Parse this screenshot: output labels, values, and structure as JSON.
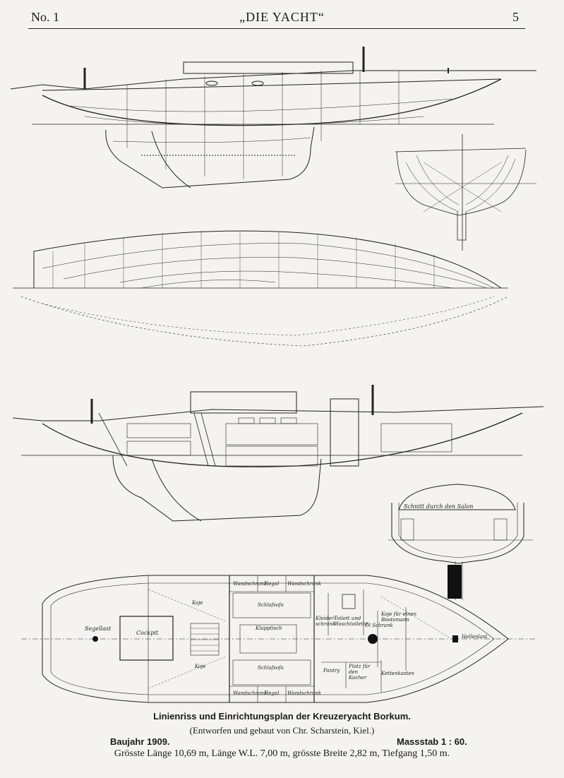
{
  "header": {
    "issue": "No. 1",
    "title": "„DIE YACHT“",
    "page": "5"
  },
  "plan_labels": {
    "section_title": "Schnitt durch den Salon",
    "segellast": "Segellast",
    "cockpit": "Cockpit",
    "koje_1": "Koje",
    "koje_2": "Koje",
    "koje_3": "Koje für einen Bootsmann",
    "wandschrank_1": "Wandschrank",
    "regal_1": "Regal",
    "wandschrank_2": "Wandschrank",
    "schlafsofa_1": "Schlafsofa",
    "klapptisch": "Klapptisch",
    "schlafsofa_2": "Schlafsofa",
    "wandschrank_3": "Wandschrank",
    "regal_2": "Regal",
    "wandschrank_4": "Wandschrank",
    "kleiderschrank": "Kleider-schrank",
    "toilette": "Toilett und Waschtoilette",
    "oelschrank": "Öl Schrank",
    "pantry": "Pantry",
    "platz": "Platz für den Kocher",
    "kettenkasten": "Kettenkasten",
    "hellenlast": "Hellenlast"
  },
  "caption": {
    "title": "Linienriss und Einrichtungsplan der Kreuzeryacht Borkum.",
    "subtitle": "(Entworfen und gebaut von Chr. Scharstein, Kiel.)",
    "year": "Baujahr 1909.",
    "scale": "Massstab 1 : 60.",
    "dimensions": "Grösste Länge 10,69 m, Länge W.L. 7,00 m, grösste Breite 2,82 m, Tiefgang 1,50 m."
  }
}
